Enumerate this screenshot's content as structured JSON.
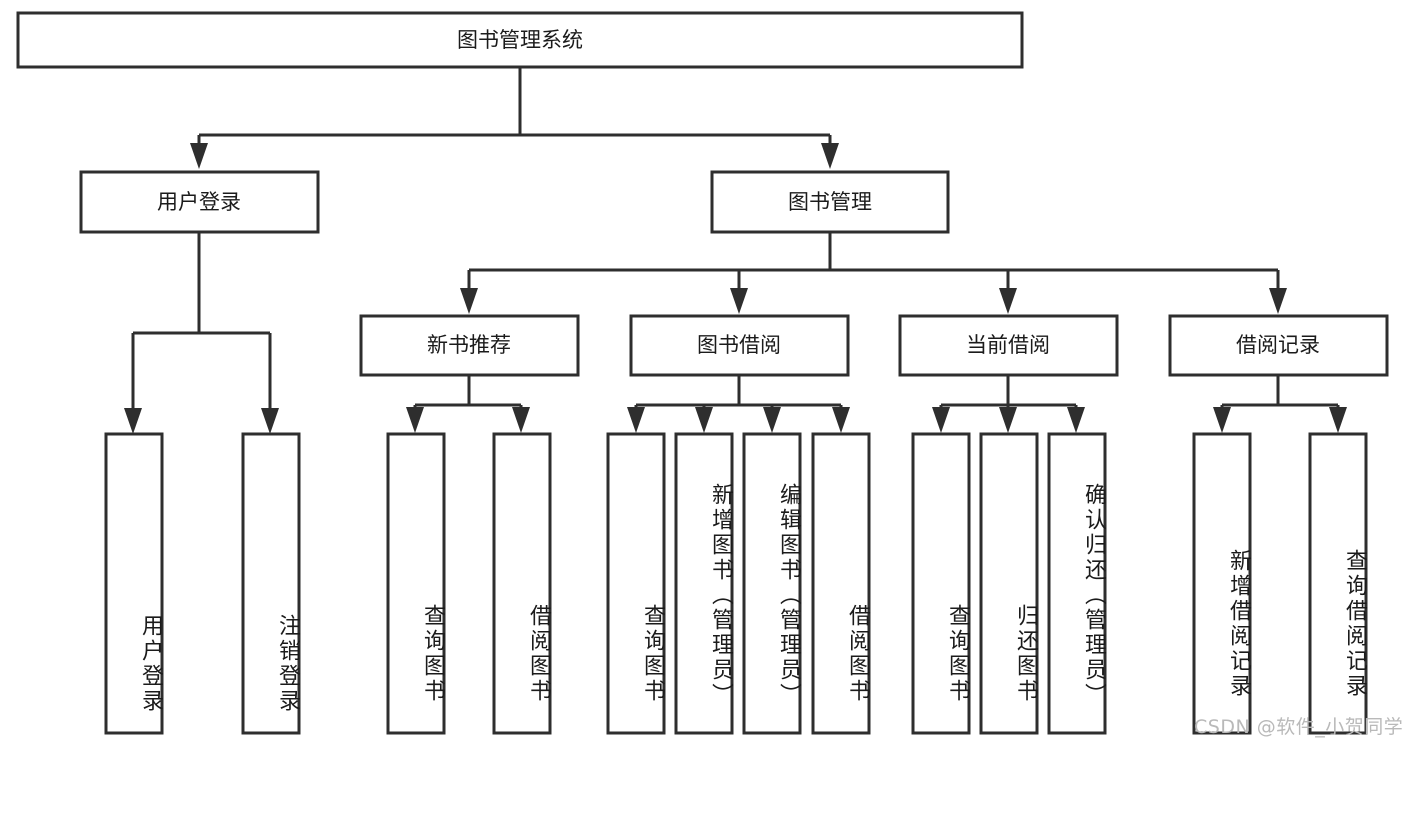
{
  "diagram": {
    "type": "tree",
    "title": "图书管理系统",
    "orientation": "top-down",
    "colors": {
      "box_stroke": "#2e2e2e",
      "box_fill": "#ffffff",
      "connector": "#2e2e2e",
      "text": "#1b1b1b",
      "background": "#ffffff",
      "watermark": "#b9b9b9"
    },
    "root": {
      "label": "图书管理系统"
    },
    "level2": [
      {
        "label": "用户登录"
      },
      {
        "label": "图书管理"
      }
    ],
    "level3": [
      {
        "label": "新书推荐"
      },
      {
        "label": "图书借阅"
      },
      {
        "label": "当前借阅"
      },
      {
        "label": "借阅记录"
      }
    ],
    "leaves": {
      "user_login": [
        {
          "label": "用户登录"
        },
        {
          "label": "注销登录"
        }
      ],
      "new_book_rec": [
        {
          "label": "查询图书"
        },
        {
          "label": "借阅图书"
        }
      ],
      "book_borrow": [
        {
          "label": "查询图书"
        },
        {
          "label": "新增图书（管理员）"
        },
        {
          "label": "编辑图书（管理员）"
        },
        {
          "label": "借阅图书"
        }
      ],
      "current_borrow": [
        {
          "label": "查询图书"
        },
        {
          "label": "归还图书"
        },
        {
          "label": "确认归还（管理员）"
        }
      ],
      "borrow_record": [
        {
          "label": "新增借阅记录"
        },
        {
          "label": "查询借阅记录"
        }
      ]
    }
  },
  "watermark": {
    "text": "CSDN @软件_小贺同学"
  }
}
